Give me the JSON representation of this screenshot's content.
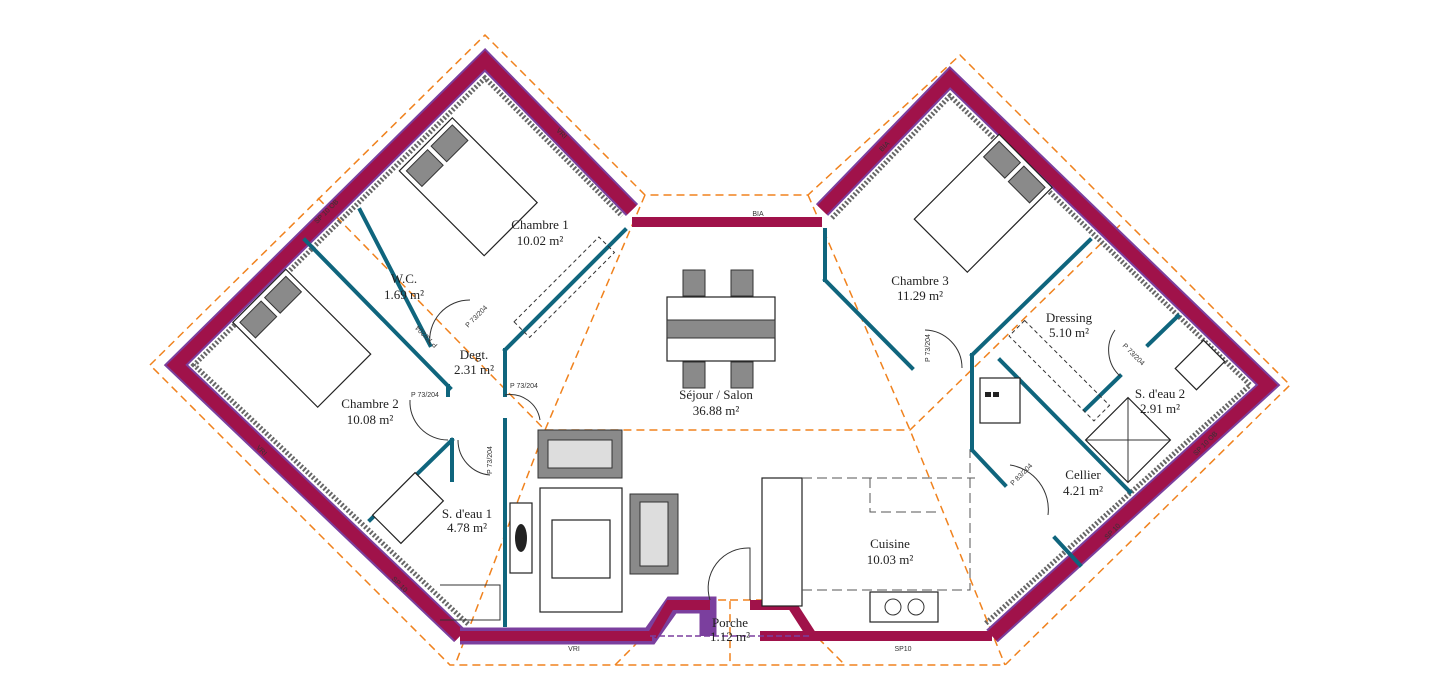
{
  "colors": {
    "exterior_wall": "#a0124a",
    "wall_edge": "#7b3f9e",
    "interior_wall": "#0f657d",
    "outline_dashed": "#f0821e"
  },
  "rooms": [
    {
      "name": "Chambre 1",
      "area": "10.02 m²"
    },
    {
      "name": "W.C.",
      "area": "1.69 m²"
    },
    {
      "name": "Degt.",
      "area": "2.31 m²"
    },
    {
      "name": "Chambre 2",
      "area": "10.08 m²"
    },
    {
      "name": "S. d'eau 1",
      "area": "4.78 m²"
    },
    {
      "name": "Séjour / Salon",
      "area": "36.88 m²"
    },
    {
      "name": "Chambre 3",
      "area": "11.29 m²"
    },
    {
      "name": "Dressing",
      "area": "5.10 m²"
    },
    {
      "name": "S. d'eau 2",
      "area": "2.91 m²"
    },
    {
      "name": "Cellier",
      "area": "4.21 m²"
    },
    {
      "name": "Cuisine",
      "area": "10.03 m²"
    },
    {
      "name": "Porche",
      "area": "1.12 m²"
    }
  ],
  "openings": {
    "win_ch1": "VRI",
    "win_sejour": "BIA",
    "win_ch3": "BIA",
    "win_wc": "SP 10 OB",
    "win_ch2": "VRI",
    "win_sde1": "SP 10",
    "win_sde2": "SP 10 OB",
    "win_cellier": "SP 10",
    "win_salon": "VRI",
    "win_cuisine": "SP10"
  },
  "doors": {
    "d1": "P 73/204",
    "d2": "P 73/204",
    "d3": "P 73/204",
    "d4": "P 73/204",
    "d5": "P 73/204",
    "d6": "P 73/204",
    "d7": "P 73/204",
    "d8": "P 83/204"
  }
}
